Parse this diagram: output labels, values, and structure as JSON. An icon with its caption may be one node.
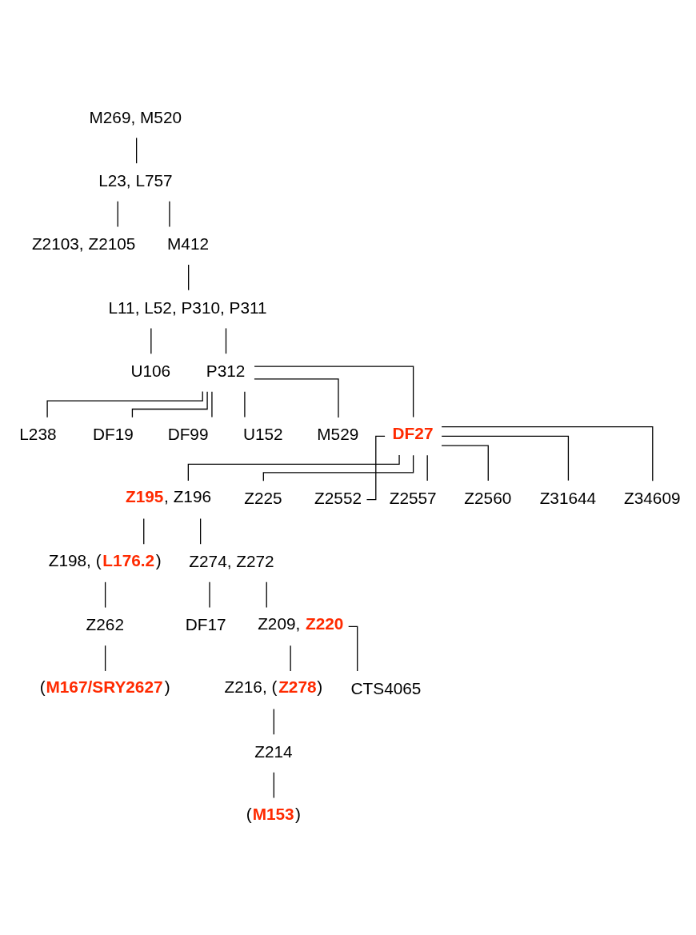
{
  "diagram": {
    "nodes": [
      {
        "text": [
          "M269, M520"
        ]
      },
      {
        "text": [
          "L23, L757"
        ]
      },
      {
        "text": [
          "Z2103, Z2105"
        ]
      },
      {
        "text": [
          "M412"
        ]
      },
      {
        "text": [
          "L11, L52, P310, P311"
        ]
      },
      {
        "text": [
          "U106"
        ]
      },
      {
        "text": [
          "P312"
        ]
      },
      {
        "text": [
          "L238"
        ]
      },
      {
        "text": [
          "DF19"
        ]
      },
      {
        "text": [
          "DF99"
        ]
      },
      {
        "text": [
          "U152"
        ]
      },
      {
        "text": [
          "M529"
        ]
      },
      {
        "text": [
          "**DF27**"
        ]
      },
      {
        "text": [
          "**Z195**, Z196"
        ]
      },
      {
        "text": [
          "Z225"
        ]
      },
      {
        "text": [
          "Z2552"
        ]
      },
      {
        "text": [
          "Z2557"
        ]
      },
      {
        "text": [
          "Z2560"
        ]
      },
      {
        "text": [
          "Z31644"
        ]
      },
      {
        "text": [
          "Z34609"
        ]
      },
      {
        "text": [
          "Z198, (**L176.2**)"
        ]
      },
      {
        "text": [
          "Z274, Z272"
        ]
      },
      {
        "text": [
          "Z262"
        ]
      },
      {
        "text": [
          "DF17"
        ]
      },
      {
        "text": [
          "Z209, **Z220**"
        ]
      },
      {
        "text": [
          "(**M167/SRY2627**)"
        ]
      },
      {
        "text": [
          "Z216, (**Z278**)"
        ]
      },
      {
        "text": [
          "CTS4065"
        ]
      },
      {
        "text": [
          "Z214"
        ]
      },
      {
        "text": [
          "(**M153**)"
        ]
      }
    ],
    "edges": [
      {
        "from": 0,
        "to": 1,
        "arrow": "none"
      },
      {
        "from": 1,
        "to": 2,
        "arrow": "none"
      },
      {
        "from": 1,
        "to": 3,
        "arrow": "none"
      },
      {
        "from": 3,
        "to": 4,
        "arrow": "none"
      },
      {
        "from": 4,
        "to": 5,
        "arrow": "none"
      },
      {
        "from": 4,
        "to": 6,
        "arrow": "none"
      },
      {
        "from": 6,
        "to": 7,
        "arrow": "none"
      },
      {
        "from": 6,
        "to": 8,
        "arrow": "none"
      },
      {
        "from": 6,
        "to": 9,
        "arrow": "none"
      },
      {
        "from": 6,
        "to": 10,
        "arrow": "none"
      },
      {
        "from": 6,
        "to": 11,
        "arrow": "none"
      },
      {
        "from": 6,
        "to": 12,
        "arrow": "none"
      },
      {
        "from": 12,
        "to": 13,
        "arrow": "none"
      },
      {
        "from": 12,
        "to": 14,
        "arrow": "none"
      },
      {
        "from": 12,
        "to": 15,
        "arrow": "none"
      },
      {
        "from": 12,
        "to": 16,
        "arrow": "none"
      },
      {
        "from": 12,
        "to": 17,
        "arrow": "none"
      },
      {
        "from": 12,
        "to": 18,
        "arrow": "none"
      },
      {
        "from": 12,
        "to": 19,
        "arrow": "none"
      },
      {
        "from": 13,
        "to": 20,
        "arrow": "none"
      },
      {
        "from": 13,
        "to": 21,
        "arrow": "none"
      },
      {
        "from": 20,
        "to": 22,
        "arrow": "none"
      },
      {
        "from": 22,
        "to": 25,
        "arrow": "none"
      },
      {
        "from": 21,
        "to": 23,
        "arrow": "none"
      },
      {
        "from": 21,
        "to": 24,
        "arrow": "none"
      },
      {
        "from": 24,
        "to": 26,
        "arrow": "none"
      },
      {
        "from": 24,
        "to": 27,
        "arrow": "none"
      },
      {
        "from": 26,
        "to": 28,
        "arrow": "none"
      },
      {
        "from": 28,
        "to": 29,
        "arrow": "none"
      }
    ]
  }
}
